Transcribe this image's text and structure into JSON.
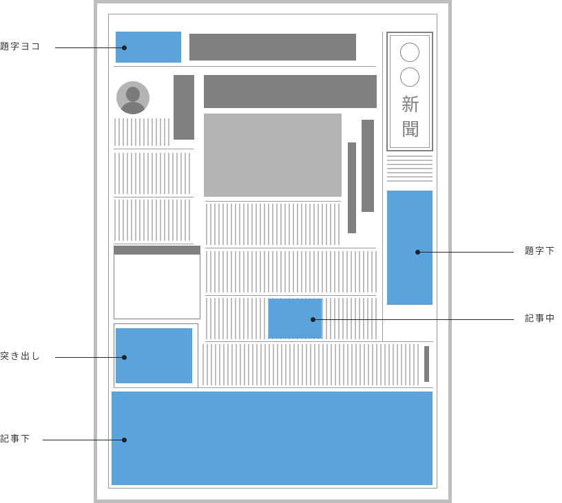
{
  "annotations": {
    "left": [
      {
        "id": "dai-yoko",
        "label": "題字ヨコ"
      },
      {
        "id": "tsukidashi",
        "label": "突き出し"
      },
      {
        "id": "kiji-shita",
        "label": "記事下"
      }
    ],
    "right": [
      {
        "id": "daiji-shita",
        "label": "題字下"
      },
      {
        "id": "kiji-naka",
        "label": "記事中"
      }
    ]
  },
  "masthead": {
    "glyph_1": "新",
    "glyph_2": "聞"
  },
  "colors": {
    "ad_blue": "#5ba3db",
    "headline_gray": "#808080",
    "photo_gray": "#b4b4b4",
    "text_hatch": "#bdbdbd"
  }
}
